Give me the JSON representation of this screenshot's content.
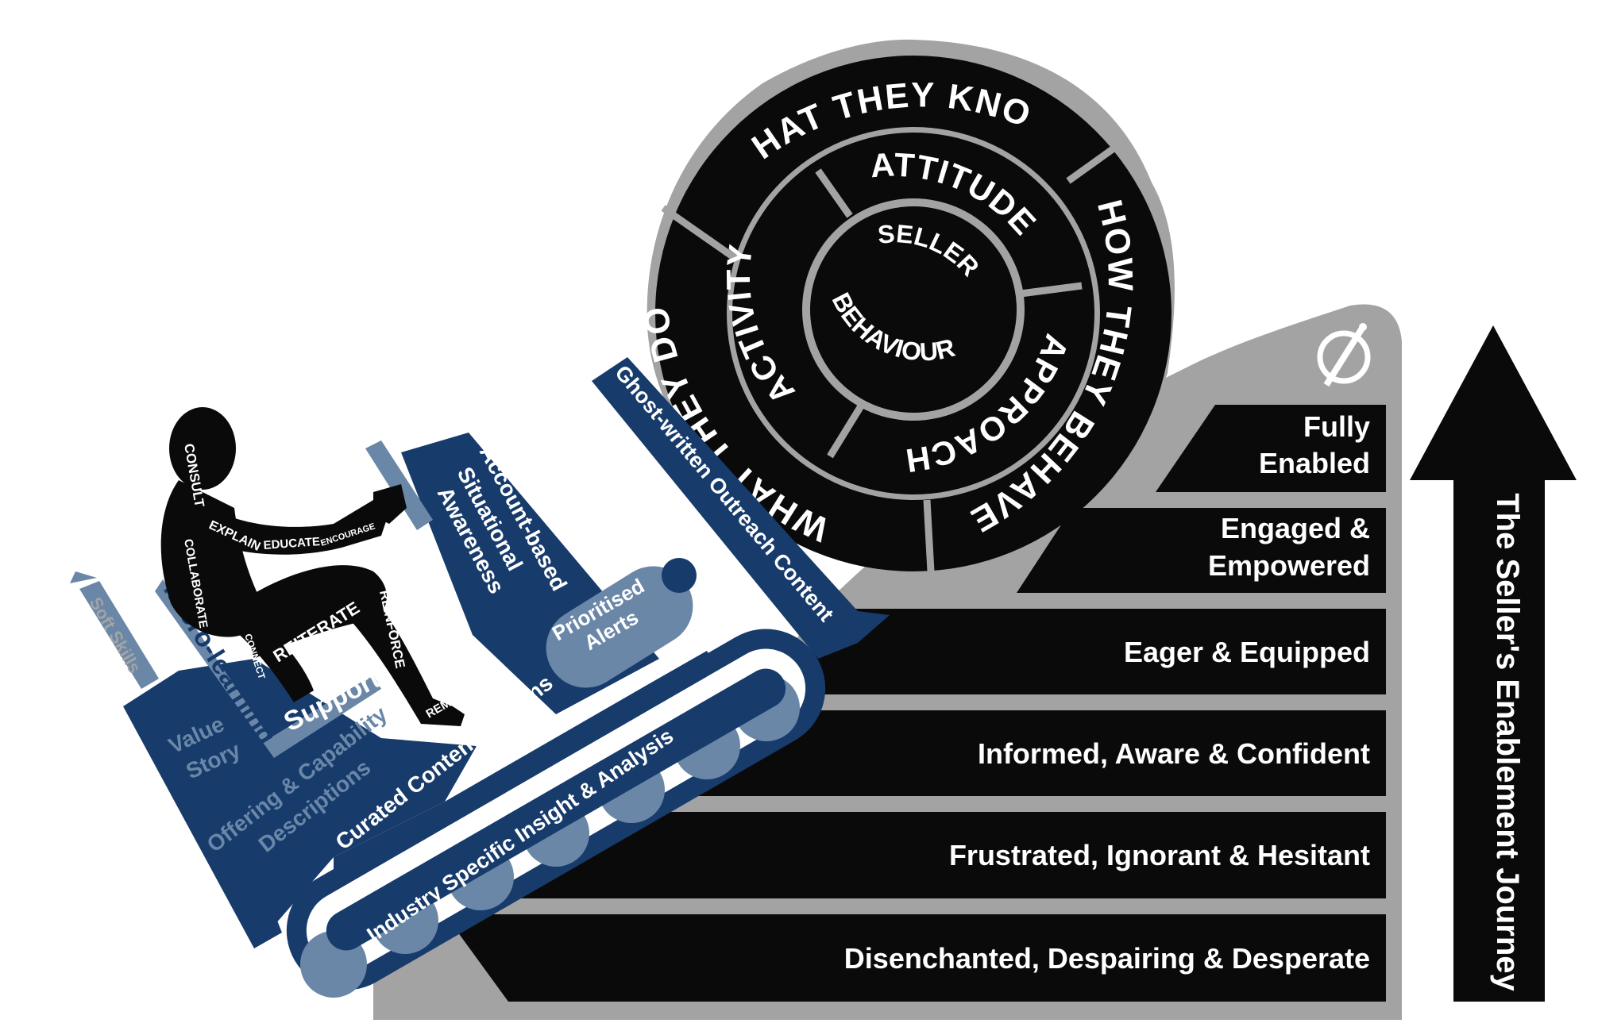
{
  "journey_arrow": {
    "label": "The Seller's Enablement Journey"
  },
  "stages": [
    "Disenchanted, Despairing & Desperate",
    "Frustrated, Ignorant & Hesitant",
    "Informed, Aware & Confident",
    "Eager & Equipped",
    "Engaged & Empowered",
    "Fully Enabled"
  ],
  "boulder": {
    "outer": {
      "top": "WHAT THEY KNOW",
      "right": "HOW THEY BEHAVE",
      "left": "WHAT THEY DO"
    },
    "middle": {
      "top": "ATTITUDE",
      "right": "APPROACH",
      "left": "ACTIVITY"
    },
    "core": {
      "line1": "SELLER",
      "line2": "BEHAVIOUR"
    }
  },
  "figure_words": {
    "consult": "CONSULT",
    "collaborate": "COLLABORATE",
    "explain": "EXPLAIN",
    "educate": "EDUCATE",
    "encourage": "ENCOURAGE",
    "reiterate": "REITERATE",
    "reinforce": "REINFORCE",
    "connect": "CONNECT",
    "remind": "REMIND"
  },
  "machine": {
    "soft_skills": "Soft Skills",
    "micro_learning": "Micro-learning",
    "support": "Support",
    "value_story": "Value Story",
    "offering_line1": "Offering & Capability",
    "offering_line2": "Descriptions",
    "account_line1": "Account-based",
    "account_line2": "Situational",
    "account_line3": "Awareness",
    "ghost_written": "Ghost-written Outreach Content",
    "prioritised_line1": "Prioritised",
    "prioritised_line2": "Alerts",
    "curated": "Curated Content Streams",
    "industry": "Industry Specific Insight & Analysis"
  },
  "colors": {
    "navy": "#173b6b",
    "steel": "#6a87a8",
    "grey": "#a3a3a3",
    "black": "#0a0a0a",
    "white": "#ffffff"
  }
}
